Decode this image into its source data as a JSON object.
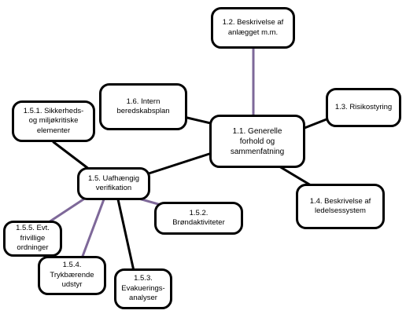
{
  "diagram": {
    "colors": {
      "box_border": "#000000",
      "black_link": "#000000",
      "purple_link": "#7e6899"
    },
    "nodes": [
      {
        "id": "n-central",
        "label": "1.1. Generelle\nforhold og\nsammenfatning"
      },
      {
        "id": "n-12",
        "label": "1.2. Beskrivelse af\nanlægget m.m."
      },
      {
        "id": "n-13",
        "label": "1.3. Risikostyring"
      },
      {
        "id": "n-14",
        "label": "1.4. Beskrivelse af\nledelsessystem"
      },
      {
        "id": "n-16",
        "label": "1.6. Intern\nberedskabsplan"
      },
      {
        "id": "n-151",
        "label": "1.5.1. Sikkerheds-\nog miljøkritiske\nelementer"
      },
      {
        "id": "n-15",
        "label": "1.5. Uafhængig\nverifikation"
      },
      {
        "id": "n-152",
        "label": "1.5.2.\nBrøndaktiviteter"
      },
      {
        "id": "n-153",
        "label": "1.5.3.\nEvakuerings-\nanalyser"
      },
      {
        "id": "n-154",
        "label": "1.5.4.\nTrykbærende\nudstyr"
      },
      {
        "id": "n-155",
        "label": "1.5.5. Evt.\nfrivillige\nordninger"
      }
    ],
    "edges": [
      {
        "from": "n-central",
        "to": "n-12",
        "color": "purple"
      },
      {
        "from": "n-central",
        "to": "n-13",
        "color": "black"
      },
      {
        "from": "n-central",
        "to": "n-14",
        "color": "black"
      },
      {
        "from": "n-central",
        "to": "n-16",
        "color": "black"
      },
      {
        "from": "n-central",
        "to": "n-15",
        "color": "black"
      },
      {
        "from": "n-15",
        "to": "n-151",
        "color": "black"
      },
      {
        "from": "n-15",
        "to": "n-152",
        "color": "purple"
      },
      {
        "from": "n-15",
        "to": "n-153",
        "color": "black"
      },
      {
        "from": "n-15",
        "to": "n-154",
        "color": "purple"
      },
      {
        "from": "n-15",
        "to": "n-155",
        "color": "purple"
      }
    ]
  }
}
